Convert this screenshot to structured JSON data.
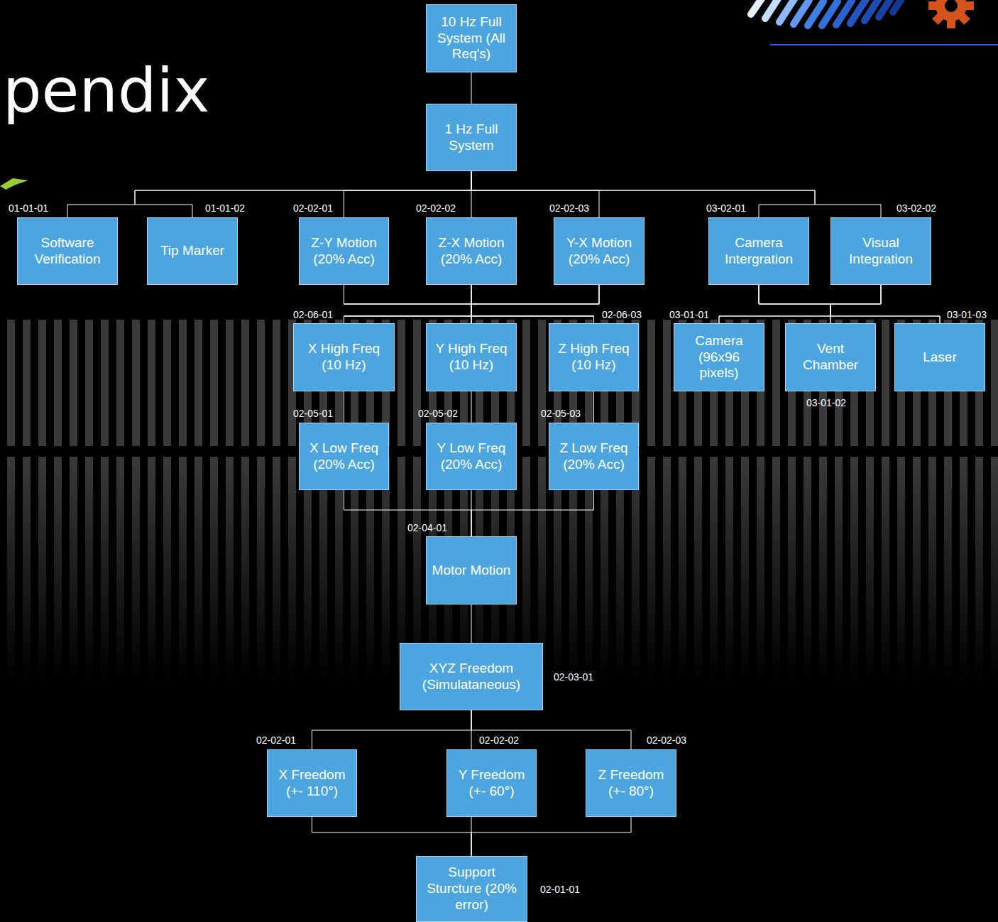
{
  "diagram": {
    "title": "pendix",
    "nodes": [
      {
        "text": [
          "10 Hz Full System (All Req's)"
        ]
      },
      {
        "text": [
          "1 Hz Full System"
        ]
      },
      {
        "text": [
          "Software Verification"
        ]
      },
      {
        "text": [
          "Tip Marker"
        ]
      },
      {
        "text": [
          "Z-Y Motion (20% Acc)"
        ]
      },
      {
        "text": [
          "Z-X Motion (20% Acc)"
        ]
      },
      {
        "text": [
          "Y-X Motion (20% Acc)"
        ]
      },
      {
        "text": [
          "Camera Intergration"
        ]
      },
      {
        "text": [
          "Visual Integration"
        ]
      },
      {
        "text": [
          "X High Freq (10 Hz)"
        ]
      },
      {
        "text": [
          "Y High Freq (10 Hz)"
        ]
      },
      {
        "text": [
          "Z High Freq (10 Hz)"
        ]
      },
      {
        "text": [
          "Camera (96x96 pixels)"
        ]
      },
      {
        "text": [
          "Vent Chamber"
        ]
      },
      {
        "text": [
          "Laser"
        ]
      },
      {
        "text": [
          "X Low Freq (20% Acc)"
        ]
      },
      {
        "text": [
          "Y Low Freq (20% Acc)"
        ]
      },
      {
        "text": [
          "Z Low Freq (20% Acc)"
        ]
      },
      {
        "text": [
          "Motor Motion"
        ]
      },
      {
        "text": [
          "XYZ Freedom (Simulataneous)"
        ]
      },
      {
        "text": [
          "X Freedom (+- 110°)"
        ]
      },
      {
        "text": [
          "Y Freedom (+- 60°)"
        ]
      },
      {
        "text": [
          "Z Freedom (+- 80°)"
        ]
      },
      {
        "text": [
          "Support Sturcture (20% error)"
        ]
      }
    ],
    "edges": [
      {
        "from": 0,
        "to": 1,
        "arrow": "none"
      },
      {
        "from": 1,
        "to": 2,
        "arrow": "none"
      },
      {
        "from": 1,
        "to": 3,
        "arrow": "none"
      },
      {
        "from": 1,
        "to": 4,
        "arrow": "none"
      },
      {
        "from": 1,
        "to": 5,
        "arrow": "none"
      },
      {
        "from": 1,
        "to": 6,
        "arrow": "none"
      },
      {
        "from": 1,
        "to": 7,
        "arrow": "none"
      },
      {
        "from": 1,
        "to": 8,
        "arrow": "none"
      },
      {
        "from": 4,
        "to": 9,
        "arrow": "none"
      },
      {
        "from": 4,
        "to": 10,
        "arrow": "none"
      },
      {
        "from": 4,
        "to": 11,
        "arrow": "none"
      },
      {
        "from": 5,
        "to": 9,
        "arrow": "none"
      },
      {
        "from": 5,
        "to": 10,
        "arrow": "none"
      },
      {
        "from": 5,
        "to": 11,
        "arrow": "none"
      },
      {
        "from": 6,
        "to": 9,
        "arrow": "none"
      },
      {
        "from": 6,
        "to": 10,
        "arrow": "none"
      },
      {
        "from": 6,
        "to": 11,
        "arrow": "none"
      },
      {
        "from": 7,
        "to": 12,
        "arrow": "none"
      },
      {
        "from": 7,
        "to": 13,
        "arrow": "none"
      },
      {
        "from": 7,
        "to": 14,
        "arrow": "none"
      },
      {
        "from": 8,
        "to": 12,
        "arrow": "none"
      },
      {
        "from": 8,
        "to": 13,
        "arrow": "none"
      },
      {
        "from": 8,
        "to": 14,
        "arrow": "none"
      },
      {
        "from": 9,
        "to": 15,
        "arrow": "none"
      },
      {
        "from": 10,
        "to": 16,
        "arrow": "none"
      },
      {
        "from": 11,
        "to": 17,
        "arrow": "none"
      },
      {
        "from": 15,
        "to": 18,
        "arrow": "none"
      },
      {
        "from": 16,
        "to": 18,
        "arrow": "none"
      },
      {
        "from": 17,
        "to": 18,
        "arrow": "none"
      },
      {
        "from": 18,
        "to": 19,
        "arrow": "none"
      },
      {
        "from": 19,
        "to": 20,
        "arrow": "none"
      },
      {
        "from": 19,
        "to": 21,
        "arrow": "none"
      },
      {
        "from": 19,
        "to": 22,
        "arrow": "none"
      },
      {
        "from": 20,
        "to": 23,
        "arrow": "none"
      },
      {
        "from": 21,
        "to": 23,
        "arrow": "none"
      },
      {
        "from": 22,
        "to": 23,
        "arrow": "none"
      }
    ],
    "labels": [
      "01-01-01",
      "01-01-02",
      "02-02-01",
      "02-02-02",
      "02-02-03",
      "03-02-01",
      "03-02-02",
      "02-06-01",
      "02-06-03",
      "03-01-01",
      "03-01-03",
      "02-05-01",
      "02-05-02",
      "02-05-03",
      "03-01-02",
      "02-04-01",
      "02-03-01",
      "02-02-01",
      "02-02-02",
      "02-02-03",
      "02-01-01"
    ]
  }
}
